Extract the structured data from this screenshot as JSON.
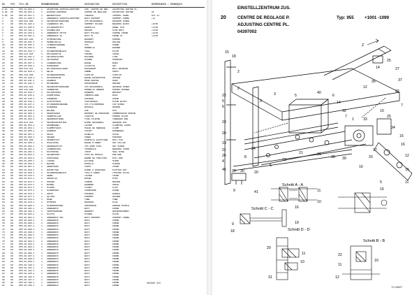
{
  "left_page": {
    "columns": [
      "NO",
      "POS.",
      "TEIL-NR.",
      "MENGE",
      "BENENNUNG",
      "DESIGNATION",
      "DESCRIPTION",
      "BEMERKUNGEN / REMARQUES"
    ],
    "rows": [
      [
        "0.01",
        "00",
        "955.40.008.1",
        "1",
        "ADJUSTING EINSTELLZENTRUM",
        "ZUS. CENTRE DE REG.",
        "ADJUSTING CENTRE PL.",
        ""
      ],
      [
        "0.02",
        "00",
        "955.40.056.1",
        "1",
        "EINSTELLZENTRUM",
        "CENTRE DE REGLAGE",
        "ADJUSTING CENTRE",
        "01"
      ],
      [
        "0.03",
        "00",
        "955.40.011.1",
        "1",
        "BEDIENTAFEL",
        "TABLEAU",
        "CONTROL PANEL",
        "ST1.71"
      ],
      [
        "1",
        "00",
        "955.11.009.3",
        "1",
        "ANBAUBOCK EINSTELLZENTRUM",
        "BATI SUPPORT",
        "SUPPORT FRAME",
        "(4)"
      ],
      [
        "2",
        "00",
        "000.021.000",
        "4",
        "SECHSKANTSCHRAUBE",
        "VIS HEXAGONALE",
        "HEXAGON SCREW",
        ""
      ],
      [
        "3",
        "00",
        "955.40.103.1",
        "1",
        "LAGERBOCK KPL.",
        "SUPPORT PALIER",
        "BEARING BLOCK",
        "+1156"
      ],
      [
        "4",
        "00",
        "955.41.035.3",
        "2",
        "ZYLINDERSTIFT",
        "GOUPILLE",
        "DOWEL PIN",
        "+1136"
      ],
      [
        "5",
        "00",
        "955.40.104.1",
        "1",
        "STEHBOLZEN",
        "BOULON",
        "STUD BOLT",
        "+1136"
      ],
      [
        "6",
        "00",
        "955.40.020.2",
        "1",
        "ANBAUBOCK MITTE",
        "BATI MILIEU",
        "CENTRE FRAME",
        "+1136"
      ],
      [
        "7",
        "00",
        "955.40.001.1",
        "1",
        "ANBAUBOCK SL",
        "BATI SL",
        "FRAME SL",
        "+1136"
      ],
      [
        "8",
        "00",
        "000.201.020",
        "2",
        "STOPFBUCHSE",
        "RESSORT",
        "SPRING",
        ""
      ],
      [
        "9",
        "00",
        "955.40.031.1",
        "1",
        "PENDELROLLE",
        "ROULEAU",
        "ROLLER",
        ""
      ],
      [
        "10",
        "00",
        "955.40.035.1",
        "1",
        "LINSENSCHRAUBE",
        "VIS",
        "SCREW",
        ""
      ],
      [
        "11",
        "00",
        "955.40.032.1",
        "1",
        "SCHEIBE",
        "RONDELLE",
        "WASHER",
        ""
      ],
      [
        "12",
        "00",
        "955.40.033.1",
        "1",
        "SICHERUNGSBLECH",
        "TOLE",
        "PLATE",
        ""
      ],
      [
        "13",
        "00",
        "000.211.025",
        "1",
        "ROLLENKETTE",
        "CHAINE",
        "CHAIN",
        ""
      ],
      [
        "14",
        "00",
        "955.40.034.1",
        "2",
        "KETTENSCHLOSS",
        "RACCORD",
        "LINK",
        ""
      ],
      [
        "15",
        "00",
        "955.40.036.1",
        "1",
        "KETTENRAD",
        "PIGNON",
        "SPROCKET",
        ""
      ],
      [
        "16",
        "00",
        "955.40.037.1",
        "1",
        "LAGERBUCHSE",
        "BAGUE",
        "BUSH",
        ""
      ],
      [
        "17",
        "00",
        "955.40.038.1",
        "1",
        "PASSFEDER",
        "CLAVETTE",
        "KEY",
        ""
      ],
      [
        "18",
        "00",
        "000.512.011",
        "2",
        "RILLENKUGELLAGER",
        "ROULEMENT",
        "BALL BEARING",
        ""
      ],
      [
        "19",
        "00",
        "955.40.039.1",
        "1",
        "WELLE",
        "ARBRE",
        "SHAFT",
        ""
      ],
      [
        "20",
        "00",
        "000.125.008",
        "1",
        "SICHERUNGSRING",
        "CIRCLIP",
        "CIRCLIP",
        ""
      ],
      [
        "21",
        "00",
        "955.40.040.1",
        "1",
        "DISTANZRING",
        "BAGUE ENTRETOISE",
        "SPACER",
        ""
      ],
      [
        "22",
        "00",
        "955.40.041.1",
        "1",
        "ZAHNRAD",
        "ROUE DENTEE",
        "GEAR",
        ""
      ],
      [
        "23",
        "00",
        "955.40.042.1",
        "1",
        "MITNEHMER",
        "ENTRAINEUR",
        "DRIVER",
        ""
      ],
      [
        "24",
        "00",
        "000.021.012",
        "4",
        "SECHSKANTSCHRAUBE",
        "VIS HEXAGONALE",
        "HEXAGON SCREW",
        ""
      ],
      [
        "25",
        "00",
        "000.131.008",
        "4",
        "FEDERRING",
        "RONDELLE GROWER",
        "SPRING WASHER",
        ""
      ],
      [
        "26",
        "00",
        "955.40.043.1",
        "1",
        "HALTEWINKEL",
        "EQUERRE",
        "BRACKET",
        ""
      ],
      [
        "27",
        "00",
        "955.40.044.1",
        "1",
        "ZAHNSTANGE",
        "CREMAILLERE",
        "RACK",
        ""
      ],
      [
        "28",
        "00",
        "955.40.045.1",
        "1",
        "FUEHRUNG",
        "GUIDAGE",
        "GUIDE",
        ""
      ],
      [
        "29",
        "00",
        "955.40.046.1",
        "2",
        "GLEITSTUECK",
        "COULISSEAU",
        "SLIDE BLOCK",
        ""
      ],
      [
        "30",
        "00",
        "955.40.047.1",
        "1",
        "ZYLINDERSCHRAUBE",
        "VIS CYLINDRIQUE",
        "CAP SCREW",
        ""
      ],
      [
        "31",
        "00",
        "955.40.048.1",
        "1",
        "SCHWINGE",
        "BASCULE",
        "ROCKER",
        ""
      ],
      [
        "32",
        "00",
        "955.40.049.1",
        "1",
        "BOLZEN",
        "AXE",
        "PIN",
        ""
      ],
      [
        "33",
        "00",
        "955.40.050.1",
        "1",
        "DRUCKFEDER",
        "RESSORT DE PRESSION",
        "COMPRESSION SPRING",
        ""
      ],
      [
        "34",
        "00",
        "955.40.051.1",
        "1",
        "FEDERTELLER",
        "CUVETTE",
        "SPRING PLATE",
        ""
      ],
      [
        "35",
        "00",
        "955.40.052.1",
        "1",
        "GEWINDESTANGE",
        "TIGE FILETEE",
        "THREADED ROD",
        ""
      ],
      [
        "36",
        "00",
        "000.041.010",
        "2",
        "SECHSKANTMUTTER",
        "ECROU HEXAGONAL",
        "HEXAGON NUT",
        ""
      ],
      [
        "37",
        "00",
        "955.40.053.1",
        "1",
        "SPANNHEBEL",
        "LEVIER",
        "CLAMPING LEVER",
        ""
      ],
      [
        "38",
        "00",
        "955.40.054.1",
        "1",
        "KLEMMSTUECK",
        "PIECE DE SERRAGE",
        "CLAMP",
        ""
      ],
      [
        "39",
        "00",
        "955.40.055.1",
        "1",
        "HANDRAD",
        "VOLANT",
        "HANDWHEEL",
        ""
      ],
      [
        "40",
        "00",
        "955.40.057.1",
        "1",
        "SKALA",
        "ECHELLE",
        "SCALE",
        ""
      ],
      [
        "41",
        "00",
        "955.40.058.1",
        "1",
        "ZEIGER",
        "INDEX",
        "POINTER",
        ""
      ],
      [
        "42",
        "00",
        "000.301.006",
        "2",
        "SPANNSTIFT",
        "GOUPILLE ELASTIQUE",
        "ROLL PIN",
        ""
      ],
      [
        "43",
        "00",
        "955.40.059.1",
        "1",
        "STELLRING",
        "BAGUE D'ARRET",
        "SET COLLAR",
        ""
      ],
      [
        "44",
        "00",
        "955.40.060.1",
        "1",
        "GEWINDESTIFT",
        "VIS SANS TETE",
        "SET SCREW",
        ""
      ],
      [
        "45",
        "00",
        "955.40.061.1",
        "1",
        "LAGERDECKEL",
        "COUVERCLE",
        "BEARING COVER",
        ""
      ],
      [
        "46",
        "00",
        "955.40.062.1",
        "1",
        "DICHTRING",
        "JOINT",
        "SEAL RING",
        ""
      ],
      [
        "47",
        "00",
        "955.40.063.1",
        "1",
        "GELENKKOPF",
        "TETE DE ROTULE",
        "ROD END",
        ""
      ],
      [
        "48",
        "00",
        "955.40.064.1",
        "1",
        "ZUGSTANGE",
        "BARRE DE TRACTION",
        "PULL ROD",
        ""
      ],
      [
        "49",
        "00",
        "955.40.065.1",
        "1",
        "LASCHE",
        "ECLISSE",
        "STRAP",
        ""
      ],
      [
        "50",
        "00",
        "955.40.066.1",
        "1",
        "BUCHSE",
        "DOUILLE",
        "SLEEVE",
        ""
      ],
      [
        "51",
        "00",
        "955.40.067.1",
        "1",
        "ABDECKUNG",
        "CAPOT",
        "COVER",
        ""
      ],
      [
        "52",
        "00",
        "955.40.068.1",
        "1",
        "NUTMUTTER",
        "ECROU A ENCOCHES",
        "SLOTTED NUT",
        ""
      ],
      [
        "53",
        "00",
        "955.40.069.1",
        "1",
        "SICHERUNGSBLECH",
        "TOLE D'ARRET",
        "LOCKING PLATE",
        ""
      ],
      [
        "54",
        "00",
        "955.40.070.1",
        "1",
        "HEBEL",
        "LEVIER",
        "LEVER",
        ""
      ],
      [
        "55",
        "00",
        "955.40.071.1",
        "1",
        "ANSCHLAG",
        "BUTEE",
        "STOP",
        ""
      ],
      [
        "56",
        "00",
        "955.40.072.1",
        "1",
        "PUFFER",
        "TAMPON",
        "BUFFER",
        ""
      ],
      [
        "57",
        "00",
        "955.40.073.1",
        "1",
        "WINKEL",
        "EQUERRE",
        "ANGLE",
        ""
      ],
      [
        "58",
        "00",
        "955.40.074.1",
        "1",
        "KLAPPE",
        "CLAPET",
        "FLAP",
        ""
      ],
      [
        "59",
        "00",
        "955.40.075.1",
        "1",
        "SCHARNIER",
        "CHARNIERE",
        "HINGE",
        ""
      ],
      [
        "60",
        "00",
        "955.40.076.1",
        "1",
        "GRIFF",
        "POIGNEE",
        "HANDLE",
        ""
      ],
      [
        "61",
        "00",
        "955.40.077.1",
        "1",
        "HALTER",
        "SUPPORT",
        "HOLDER",
        ""
      ],
      [
        "62",
        "00",
        "955.40.078.1",
        "1",
        "ROHR",
        "TUBE",
        "TUBE",
        ""
      ],
      [
        "63",
        "00",
        "955.40.079.1",
        "1",
        "STOPFEN",
        "BOUCHON",
        "PLUG",
        ""
      ],
      [
        "64",
        "00",
        "955.40.080.1",
        "1",
        "SCHMIERNIPPEL",
        "GRAISSEUR",
        "GREASE NIPPLE",
        ""
      ],
      [
        "65",
        "00",
        "955.40.081.1",
        "1",
        "ANBAUBOCK",
        "BATI",
        "FRAME",
        ""
      ],
      [
        "66",
        "00",
        "955.40.082.1",
        "1",
        "VERSTAERKUNG",
        "RENFORT",
        "REINFORCEMENT",
        ""
      ],
      [
        "67",
        "00",
        "955.40.083.1",
        "1",
        "PLATTE",
        "PLAQUE",
        "PLATE",
        ""
      ],
      [
        "68",
        "00",
        "955.40.084.1",
        "1",
        "ANBAUBOCK KPL.",
        "BATI SUPPORT",
        "SUPPORT FRAME",
        ""
      ],
      [
        "69",
        "00",
        "955.40.085.1",
        "1",
        "ANBAUBOCK",
        "BATI",
        "FRAME",
        ""
      ],
      [
        "70",
        "00",
        "955.40.086.1",
        "1",
        "ANBAUBOCK",
        "BATI",
        "FRAME",
        ""
      ],
      [
        "71",
        "00",
        "955.40.087.1",
        "1",
        "ANBAUBOCK",
        "BATI",
        "FRAME",
        ""
      ],
      [
        "72",
        "00",
        "955.40.088.1",
        "1",
        "ANBAUBOCK",
        "BATI",
        "FRAME",
        ""
      ],
      [
        "73",
        "00",
        "955.40.089.1",
        "1",
        "ANBAUBOCK",
        "BATI",
        "FRAME",
        ""
      ],
      [
        "74",
        "00",
        "955.40.090.1",
        "1",
        "ANBAUBOCK",
        "BATI",
        "FRAME",
        ""
      ],
      [
        "75",
        "00",
        "955.40.091.1",
        "1",
        "ANBAUBOCK",
        "BATI",
        "FRAME",
        ""
      ],
      [
        "76",
        "00",
        "955.40.092.1",
        "1",
        "ANBAUBOCK",
        "BATI",
        "FRAME",
        ""
      ],
      [
        "77",
        "00",
        "955.40.093.1",
        "1",
        "ANBAUBOCK",
        "BATI",
        "FRAME",
        ""
      ],
      [
        "78",
        "00",
        "955.40.094.1",
        "1",
        "ANBAUBOCK",
        "BATI",
        "FRAME",
        ""
      ],
      [
        "79",
        "00",
        "955.40.095.1",
        "1",
        "ANBAUBOCK",
        "BATI",
        "FRAME",
        ""
      ],
      [
        "80",
        "00",
        "955.40.096.1",
        "1",
        "ANBAUBOCK",
        "BATI",
        "FRAME",
        ""
      ],
      [
        "81",
        "00",
        "955.40.097.1",
        "1",
        "ANBAUBOCK",
        "BATI",
        "FRAME",
        ""
      ],
      [
        "82",
        "00",
        "955.40.098.1",
        "1",
        "ANBAUBOCK",
        "BATI",
        "FRAME",
        ""
      ],
      [
        "83",
        "00",
        "955.40.099.1",
        "1",
        "ANBAUBOCK",
        "BATI",
        "FRAME",
        ""
      ],
      [
        "84",
        "00",
        "955.40.100.1",
        "1",
        "ANBAUBOCK",
        "BATI",
        "FRAME",
        ""
      ],
      [
        "85",
        "00",
        "955.40.101.1",
        "1",
        "ANBAUBOCK",
        "BATI",
        "FRAME",
        ""
      ],
      [
        "86",
        "00",
        "955.40.102.1",
        "1",
        "ANBAUBOCK",
        "BATI",
        "FRAME",
        ""
      ],
      [
        "87",
        "00",
        "955.40.105.1",
        "1",
        "ANBAUBOCK",
        "BATI",
        "FRAME",
        ""
      ],
      [
        "88",
        "00",
        "955.40.106.1",
        "1",
        "ANBAUBOCK",
        "BATI",
        "FRAME",
        ""
      ],
      [
        "89",
        "00",
        "955.40.107.1",
        "1",
        "ANBAUBOCK",
        "BATI",
        "FRAME",
        ""
      ],
      [
        "90",
        "00",
        "955.40.108.1",
        "1",
        "ANBAUBOCK",
        "BATI",
        "FRAME",
        ""
      ],
      [
        "91",
        "00",
        "955.40.109.1",
        "1",
        "ANBAUBOCK",
        "BATI",
        "FRAME",
        ""
      ]
    ],
    "footer": "095980 915"
  },
  "right_page": {
    "page_number": "20",
    "title_de": "EINSTELLZENTRUM ZUS.",
    "title_fr": "CENTRE DE REGLAGE P.",
    "title_en": "ADJUSTING CENTRE PL.",
    "drawing_no": "04397002",
    "type": "Typ: 955",
    "serial_range": "+1001 -1099",
    "sections": [
      "Schnitt A - A",
      "Schnitt B - B",
      "Schnitt C - C",
      "Schnitt D - D"
    ],
    "figure_ref": "TG-4685T",
    "view_marker": "Z"
  }
}
